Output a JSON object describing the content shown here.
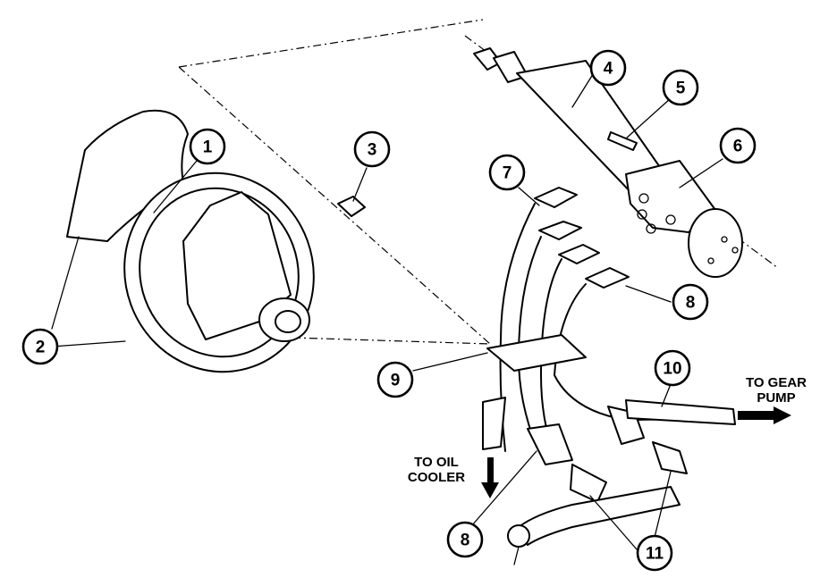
{
  "callouts": {
    "c1": "1",
    "c2": "2",
    "c3": "3",
    "c4": "4",
    "c5": "5",
    "c6": "6",
    "c7": "7",
    "c8a": "8",
    "c8b": "8",
    "c9": "9",
    "c10": "10",
    "c11": "11"
  },
  "annotations": {
    "gear_pump_line1": "TO GEAR",
    "gear_pump_line2": "PUMP",
    "oil_cooler_line1": "TO OIL",
    "oil_cooler_line2": "COOLER"
  }
}
